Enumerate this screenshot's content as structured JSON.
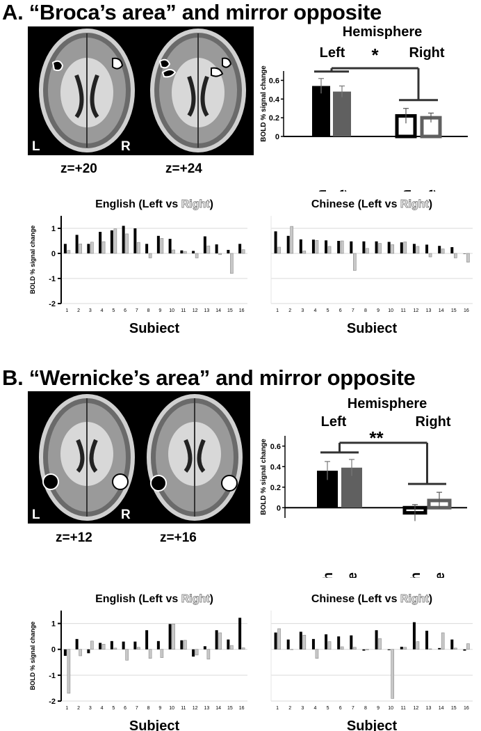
{
  "panel_a": {
    "title": "A. “Broca’s area” and mirror opposite",
    "slice_labels": [
      "z=+20",
      "z=+24"
    ],
    "orientation": {
      "left": "L",
      "right": "R"
    }
  },
  "panel_b": {
    "title": "B. “Wernicke’s area” and mirror opposite",
    "slice_labels": [
      "z=+12",
      "z=+16"
    ],
    "orientation": {
      "left": "L",
      "right": "R"
    }
  },
  "colors": {
    "left": "#000000",
    "right": "#c8c8c8",
    "chinese_bar": "#606060",
    "grid": "#d9d9d9"
  },
  "chart_data": [
    {
      "id": "A-summary",
      "type": "bar",
      "title": "Hemisphere",
      "group_labels": [
        "Left",
        "Right"
      ],
      "categories": [
        "English",
        "Chinese",
        "English",
        "Chinese"
      ],
      "values": [
        0.54,
        0.48,
        0.22,
        0.2
      ],
      "errors": [
        0.08,
        0.06,
        0.08,
        0.05
      ],
      "fill": [
        "#000000",
        "#606060",
        "#ffffff",
        "#ffffff"
      ],
      "ylabel": "BOLD % signal change",
      "ylim": [
        0,
        0.7
      ],
      "yticks": [
        0,
        0.2,
        0.4,
        0.6
      ],
      "significance": "*"
    },
    {
      "id": "A-english",
      "type": "bar",
      "title_main": "English (Left vs ",
      "title_right": "Right",
      "title_end": ")",
      "xlabel": "Subject",
      "ylabel": "BOLD % signal change",
      "ylim": [
        -2,
        1.5
      ],
      "yticks": [
        1,
        0,
        -1,
        -2
      ],
      "categories": [
        "1",
        "2",
        "3",
        "4",
        "5",
        "6",
        "7",
        "8",
        "9",
        "10",
        "11",
        "12",
        "13",
        "14",
        "15",
        "16"
      ],
      "series": [
        {
          "name": "Left",
          "values": [
            0.38,
            0.74,
            0.38,
            0.86,
            0.92,
            1.1,
            1.0,
            0.38,
            0.7,
            0.58,
            0.12,
            0.1,
            0.68,
            0.36,
            0.14,
            0.38
          ]
        },
        {
          "name": "Right",
          "values": [
            0.12,
            0.38,
            0.45,
            0.47,
            0.98,
            0.78,
            0.44,
            -0.18,
            0.6,
            0.14,
            0.08,
            -0.18,
            0.3,
            -0.05,
            -0.8,
            0.15
          ]
        }
      ]
    },
    {
      "id": "A-chinese",
      "type": "bar",
      "title_main": "Chinese (Left vs ",
      "title_right": "Right",
      "title_end": ")",
      "xlabel": "Subject",
      "ylabel": "",
      "ylim": [
        -2,
        1.5
      ],
      "categories": [
        "1",
        "2",
        "3",
        "4",
        "5",
        "6",
        "7",
        "8",
        "9",
        "10",
        "11",
        "12",
        "13",
        "14",
        "15",
        "16"
      ],
      "series": [
        {
          "name": "Left",
          "values": [
            0.88,
            0.7,
            0.56,
            0.55,
            0.52,
            0.5,
            0.48,
            0.48,
            0.48,
            0.46,
            0.44,
            0.38,
            0.35,
            0.3,
            0.25,
            0.0
          ]
        },
        {
          "name": "Right",
          "values": [
            0.25,
            1.08,
            0.1,
            0.52,
            0.28,
            0.5,
            -0.68,
            0.2,
            0.4,
            0.35,
            0.46,
            0.28,
            -0.14,
            0.18,
            -0.18,
            -0.35
          ]
        }
      ]
    },
    {
      "id": "B-summary",
      "type": "bar",
      "title": "Hemisphere",
      "group_labels": [
        "Left",
        "Right"
      ],
      "categories": [
        "English",
        "Chinese",
        "English",
        "Chinese"
      ],
      "values": [
        0.36,
        0.39,
        -0.05,
        0.07
      ],
      "errors": [
        0.09,
        0.08,
        0.08,
        0.08
      ],
      "fill": [
        "#000000",
        "#606060",
        "#ffffff",
        "#ffffff"
      ],
      "ylabel": "BOLD % signal change",
      "ylim": [
        -0.1,
        0.7
      ],
      "yticks": [
        0,
        0.2,
        0.4,
        0.6
      ],
      "significance": "**"
    },
    {
      "id": "B-english",
      "type": "bar",
      "title_main": "English (Left vs ",
      "title_right": "Right",
      "title_end": ")",
      "xlabel": "Subject",
      "ylabel": "BOLD % signal change",
      "ylim": [
        -2,
        1.5
      ],
      "yticks": [
        1,
        0,
        -1,
        -2
      ],
      "categories": [
        "1",
        "2",
        "3",
        "4",
        "5",
        "6",
        "7",
        "8",
        "9",
        "10",
        "11",
        "12",
        "13",
        "14",
        "15",
        "16"
      ],
      "series": [
        {
          "name": "Left",
          "values": [
            -0.25,
            0.4,
            -0.15,
            0.25,
            0.32,
            0.3,
            0.3,
            0.74,
            0.32,
            0.98,
            0.35,
            -0.28,
            0.12,
            0.74,
            0.38,
            1.22
          ]
        },
        {
          "name": "Right",
          "values": [
            -1.7,
            -0.25,
            0.32,
            0.2,
            0.05,
            -0.42,
            0.08,
            -0.35,
            -0.32,
            0.98,
            0.35,
            -0.22,
            -0.38,
            0.64,
            0.15,
            0.06
          ]
        }
      ]
    },
    {
      "id": "B-chinese",
      "type": "bar",
      "title_main": "Chinese (Left vs ",
      "title_right": "Right",
      "title_end": ")",
      "xlabel": "Subject",
      "ylabel": "",
      "ylim": [
        -2,
        1.5
      ],
      "categories": [
        "1",
        "2",
        "3",
        "4",
        "5",
        "6",
        "7",
        "8",
        "9",
        "10",
        "11",
        "12",
        "13",
        "14",
        "15",
        "16"
      ],
      "series": [
        {
          "name": "Left",
          "values": [
            0.65,
            0.38,
            0.68,
            0.4,
            0.58,
            0.5,
            0.54,
            -0.05,
            0.74,
            -0.03,
            0.1,
            1.05,
            0.72,
            0.05,
            0.38,
            -0.05
          ]
        },
        {
          "name": "Right",
          "values": [
            0.8,
            0.0,
            0.55,
            -0.35,
            0.3,
            0.1,
            0.08,
            -0.02,
            0.42,
            -1.9,
            0.08,
            0.3,
            0.02,
            0.64,
            0.05,
            0.22
          ]
        }
      ]
    }
  ]
}
